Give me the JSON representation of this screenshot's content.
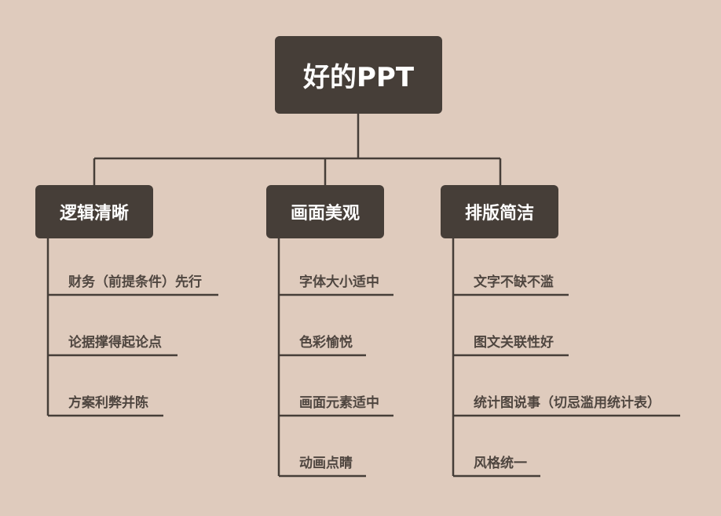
{
  "root": {
    "label": "好的PPT"
  },
  "categories": [
    {
      "label": "逻辑清晰",
      "items": [
        "财务（前提条件）先行",
        "论据撑得起论点",
        "方案利弊并陈"
      ]
    },
    {
      "label": "画面美观",
      "items": [
        "字体大小适中",
        "色彩愉悦",
        "画面元素适中",
        "动画点睛"
      ]
    },
    {
      "label": "排版简洁",
      "items": [
        "文字不缺不滥",
        "图文关联性好",
        "统计图说事（切忌滥用统计表）",
        "风格统一"
      ]
    }
  ],
  "colors": {
    "background": "#dfcbbd",
    "node_fill": "#463e38",
    "node_text": "#ffffff",
    "leaf_text": "#4f4640",
    "line": "#463e38"
  }
}
